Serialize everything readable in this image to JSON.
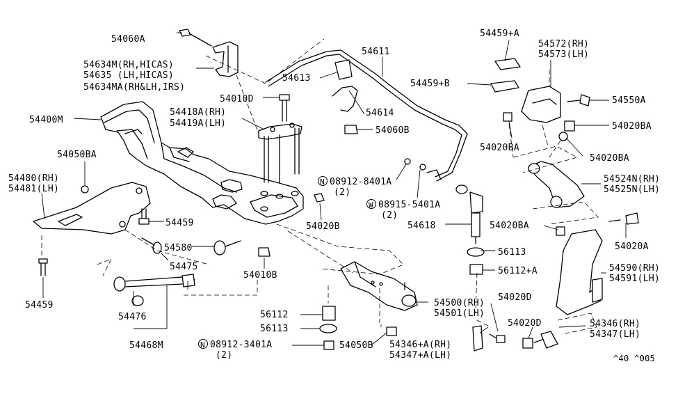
{
  "labels": {
    "p54060A": "54060A",
    "p54634M": "54634M(RH,HICAS)",
    "p54635": "54635 (LH,HICAS)",
    "p54634MA": "54634MA(RH&LH,IRS)",
    "p54010D": "54010D",
    "p54611": "54611",
    "p54613": "54613",
    "p54614": "54614",
    "p54060B": "54060B",
    "p54400M": "54400M",
    "p54418A": "54418A(RH)",
    "p54419A": "54419A(LH)",
    "p54050BA": "54050BA",
    "p54480": "54480(RH)",
    "p54481": "54481(LH)",
    "p54459a": "54459",
    "p54459b": "54459",
    "p54580": "54580",
    "p54475": "54475",
    "p54010B": "54010B",
    "p54020B": "54020B",
    "p08912_8401A": "08912-8401A",
    "q2a": "(2)",
    "p08915_5401A": "08915-5401A",
    "q2b": "(2)",
    "p54618": "54618",
    "p56113a": "56113",
    "p56112Aa": "56112+A",
    "p54459A": "54459+A",
    "p54459B": "54459+B",
    "p54572": "54572(RH)",
    "p54573": "54573(LH)",
    "p54550A": "54550A",
    "p54020BAa": "54020BA",
    "p54020BAb": "54020BA",
    "p54020BAc": "54020BA",
    "p54020BAd": "54020BA",
    "p54524N": "54524N(RH)",
    "p54525N": "54525N(LH)",
    "p54020A": "54020A",
    "p54590": "54590(RH)",
    "p54591": "54591(LH)",
    "p54476": "54476",
    "p54468M": "54468M",
    "p56112": "56112",
    "p56113b": "56113",
    "p08912_3401A": "08912-3401A",
    "q2c": "(2)",
    "p54050B": "54050B",
    "p54500": "54500(RH)",
    "p54501": "54501(LH)",
    "p54020Da": "54020D",
    "p54020Db": "54020D",
    "p54346A": "54346+A(RH)",
    "p54347A": "54347+A(LH)",
    "p54346": "54346(RH)",
    "p54347": "54347(LH)",
    "footer": "^40 ^005"
  },
  "markers": {
    "N": "N",
    "W": "W"
  }
}
